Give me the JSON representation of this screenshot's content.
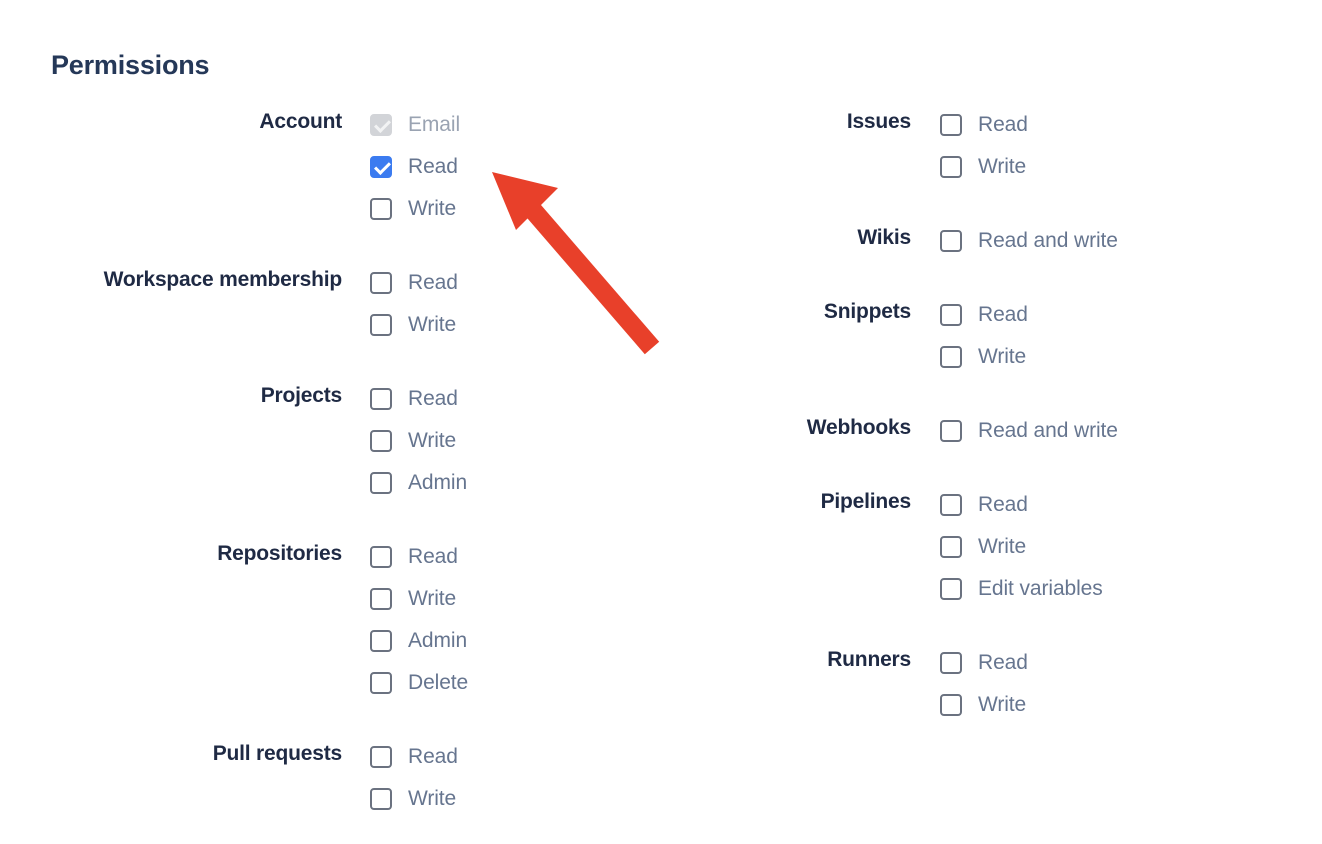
{
  "page": {
    "title": "Permissions",
    "heading_color": "#1f2a44",
    "option_text_color": "#66758f",
    "checked_color": "#3b7bf0",
    "disabled_color": "#d2d4d8",
    "annotation_arrow_color": "#e8402a"
  },
  "columns": {
    "left": [
      {
        "label": "Account",
        "options": [
          {
            "label": "Email",
            "state": "disabled-checked"
          },
          {
            "label": "Read",
            "state": "checked"
          },
          {
            "label": "Write",
            "state": "unchecked"
          }
        ]
      },
      {
        "label": "Workspace membership",
        "options": [
          {
            "label": "Read",
            "state": "unchecked"
          },
          {
            "label": "Write",
            "state": "unchecked"
          }
        ]
      },
      {
        "label": "Projects",
        "options": [
          {
            "label": "Read",
            "state": "unchecked"
          },
          {
            "label": "Write",
            "state": "unchecked"
          },
          {
            "label": "Admin",
            "state": "unchecked"
          }
        ]
      },
      {
        "label": "Repositories",
        "options": [
          {
            "label": "Read",
            "state": "unchecked"
          },
          {
            "label": "Write",
            "state": "unchecked"
          },
          {
            "label": "Admin",
            "state": "unchecked"
          },
          {
            "label": "Delete",
            "state": "unchecked"
          }
        ]
      },
      {
        "label": "Pull requests",
        "options": [
          {
            "label": "Read",
            "state": "unchecked"
          },
          {
            "label": "Write",
            "state": "unchecked"
          }
        ]
      }
    ],
    "right": [
      {
        "label": "Issues",
        "options": [
          {
            "label": "Read",
            "state": "unchecked"
          },
          {
            "label": "Write",
            "state": "unchecked"
          }
        ]
      },
      {
        "label": "Wikis",
        "options": [
          {
            "label": "Read and write",
            "state": "unchecked"
          }
        ]
      },
      {
        "label": "Snippets",
        "options": [
          {
            "label": "Read",
            "state": "unchecked"
          },
          {
            "label": "Write",
            "state": "unchecked"
          }
        ]
      },
      {
        "label": "Webhooks",
        "options": [
          {
            "label": "Read and write",
            "state": "unchecked"
          }
        ]
      },
      {
        "label": "Pipelines",
        "options": [
          {
            "label": "Read",
            "state": "unchecked"
          },
          {
            "label": "Write",
            "state": "unchecked"
          },
          {
            "label": "Edit variables",
            "state": "unchecked"
          }
        ]
      },
      {
        "label": "Runners",
        "options": [
          {
            "label": "Read",
            "state": "unchecked"
          },
          {
            "label": "Write",
            "state": "unchecked"
          }
        ]
      }
    ]
  }
}
